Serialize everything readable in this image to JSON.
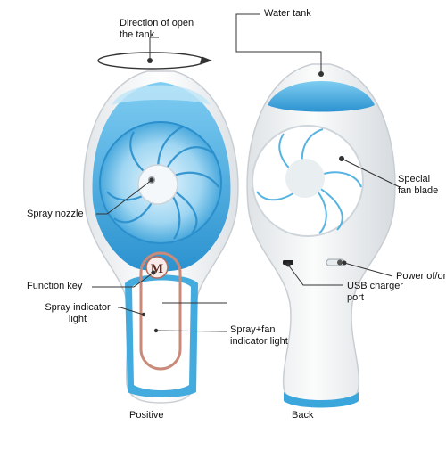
{
  "labels": {
    "direction_of_open_tank": "Direction of open the tank",
    "water_tank": "Water tank",
    "special_fan_blade": "Special fan blade",
    "spray_nozzle": "Spray nozzle",
    "power_on_off": "Power of/on",
    "function_key": "Function key",
    "usb_charger_port": "USB charger port",
    "spray_indicator_light": "Spray indicator light",
    "spray_fan_indicator_light": "Spray+fan indicator light",
    "positive": "Positive",
    "back": "Back"
  },
  "button_letter": "M",
  "colors": {
    "tank_blue": "#3aa6dc",
    "body_white": "#f3f5f7",
    "outline_gray": "#c9ced3",
    "accent_blue": "#1e7fc0",
    "button_rose": "#c98a7a"
  }
}
